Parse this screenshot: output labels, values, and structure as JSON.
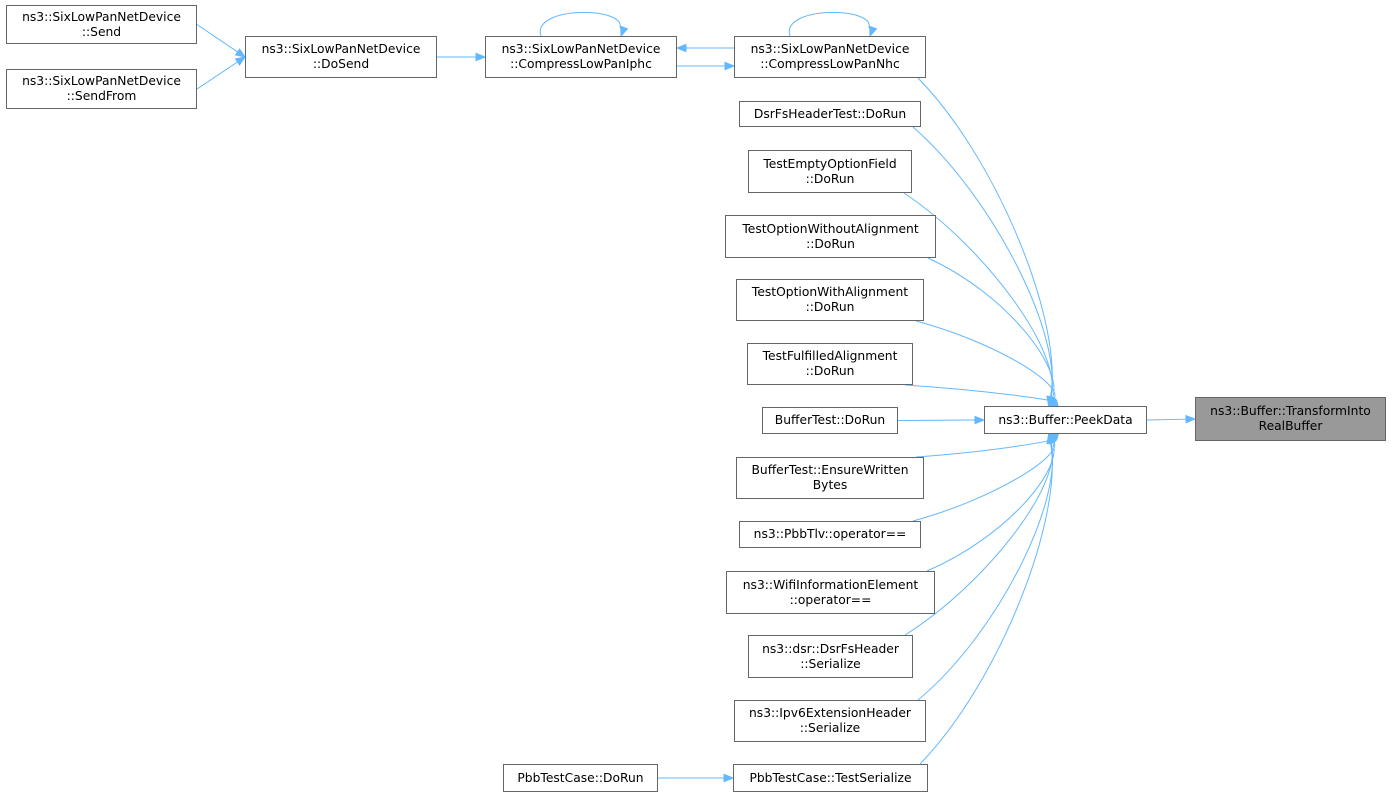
{
  "graph": {
    "edge_color": "#63b8ff",
    "node_border": "#666666",
    "focus_fill": "#999999",
    "nodes": [
      {
        "id": "transform",
        "lines": [
          "ns3::Buffer::TransformInto",
          "RealBuffer"
        ],
        "focus": true
      },
      {
        "id": "peekdata",
        "lines": [
          "ns3::Buffer::PeekData"
        ]
      },
      {
        "id": "nhc",
        "lines": [
          "ns3::SixLowPanNetDevice",
          "::CompressLowPanNhc"
        ]
      },
      {
        "id": "iphc",
        "lines": [
          "ns3::SixLowPanNetDevice",
          "::CompressLowPanIphc"
        ]
      },
      {
        "id": "dosend",
        "lines": [
          "ns3::SixLowPanNetDevice",
          "::DoSend"
        ]
      },
      {
        "id": "send",
        "lines": [
          "ns3::SixLowPanNetDevice",
          "::Send"
        ]
      },
      {
        "id": "sendfrom",
        "lines": [
          "ns3::SixLowPanNetDevice",
          "::SendFrom"
        ]
      },
      {
        "id": "dsrfs",
        "lines": [
          "DsrFsHeaderTest::DoRun"
        ]
      },
      {
        "id": "emptyopt",
        "lines": [
          "TestEmptyOptionField",
          "::DoRun"
        ]
      },
      {
        "id": "withoutalign",
        "lines": [
          "TestOptionWithoutAlignment",
          "::DoRun"
        ]
      },
      {
        "id": "withalign",
        "lines": [
          "TestOptionWithAlignment",
          "::DoRun"
        ]
      },
      {
        "id": "fulfilled",
        "lines": [
          "TestFulfilledAlignment",
          "::DoRun"
        ]
      },
      {
        "id": "buffertest",
        "lines": [
          "BufferTest::DoRun"
        ]
      },
      {
        "id": "ensurewritten",
        "lines": [
          "BufferTest::EnsureWritten",
          "Bytes"
        ]
      },
      {
        "id": "pbbtlv",
        "lines": [
          "ns3::PbbTlv::operator=="
        ]
      },
      {
        "id": "wifiinfo",
        "lines": [
          "ns3::WifiInformationElement",
          "::operator=="
        ]
      },
      {
        "id": "dsrfsheader",
        "lines": [
          "ns3::dsr::DsrFsHeader",
          "::Serialize"
        ]
      },
      {
        "id": "ipv6ext",
        "lines": [
          "ns3::Ipv6ExtensionHeader",
          "::Serialize"
        ]
      },
      {
        "id": "testserialize",
        "lines": [
          "PbbTestCase::TestSerialize"
        ]
      },
      {
        "id": "pbbdorun",
        "lines": [
          "PbbTestCase::DoRun"
        ]
      }
    ],
    "edges": [
      [
        "peekdata",
        "transform"
      ],
      [
        "nhc",
        "peekdata"
      ],
      [
        "dsrfs",
        "peekdata"
      ],
      [
        "emptyopt",
        "peekdata"
      ],
      [
        "withoutalign",
        "peekdata"
      ],
      [
        "withalign",
        "peekdata"
      ],
      [
        "fulfilled",
        "peekdata"
      ],
      [
        "buffertest",
        "peekdata"
      ],
      [
        "ensurewritten",
        "peekdata"
      ],
      [
        "pbbtlv",
        "peekdata"
      ],
      [
        "wifiinfo",
        "peekdata"
      ],
      [
        "dsrfsheader",
        "peekdata"
      ],
      [
        "ipv6ext",
        "peekdata"
      ],
      [
        "testserialize",
        "peekdata"
      ],
      [
        "iphc",
        "nhc"
      ],
      [
        "nhc",
        "iphc"
      ],
      [
        "nhc",
        "nhc"
      ],
      [
        "iphc",
        "iphc"
      ],
      [
        "dosend",
        "iphc"
      ],
      [
        "send",
        "dosend"
      ],
      [
        "sendfrom",
        "dosend"
      ],
      [
        "pbbdorun",
        "testserialize"
      ]
    ]
  }
}
